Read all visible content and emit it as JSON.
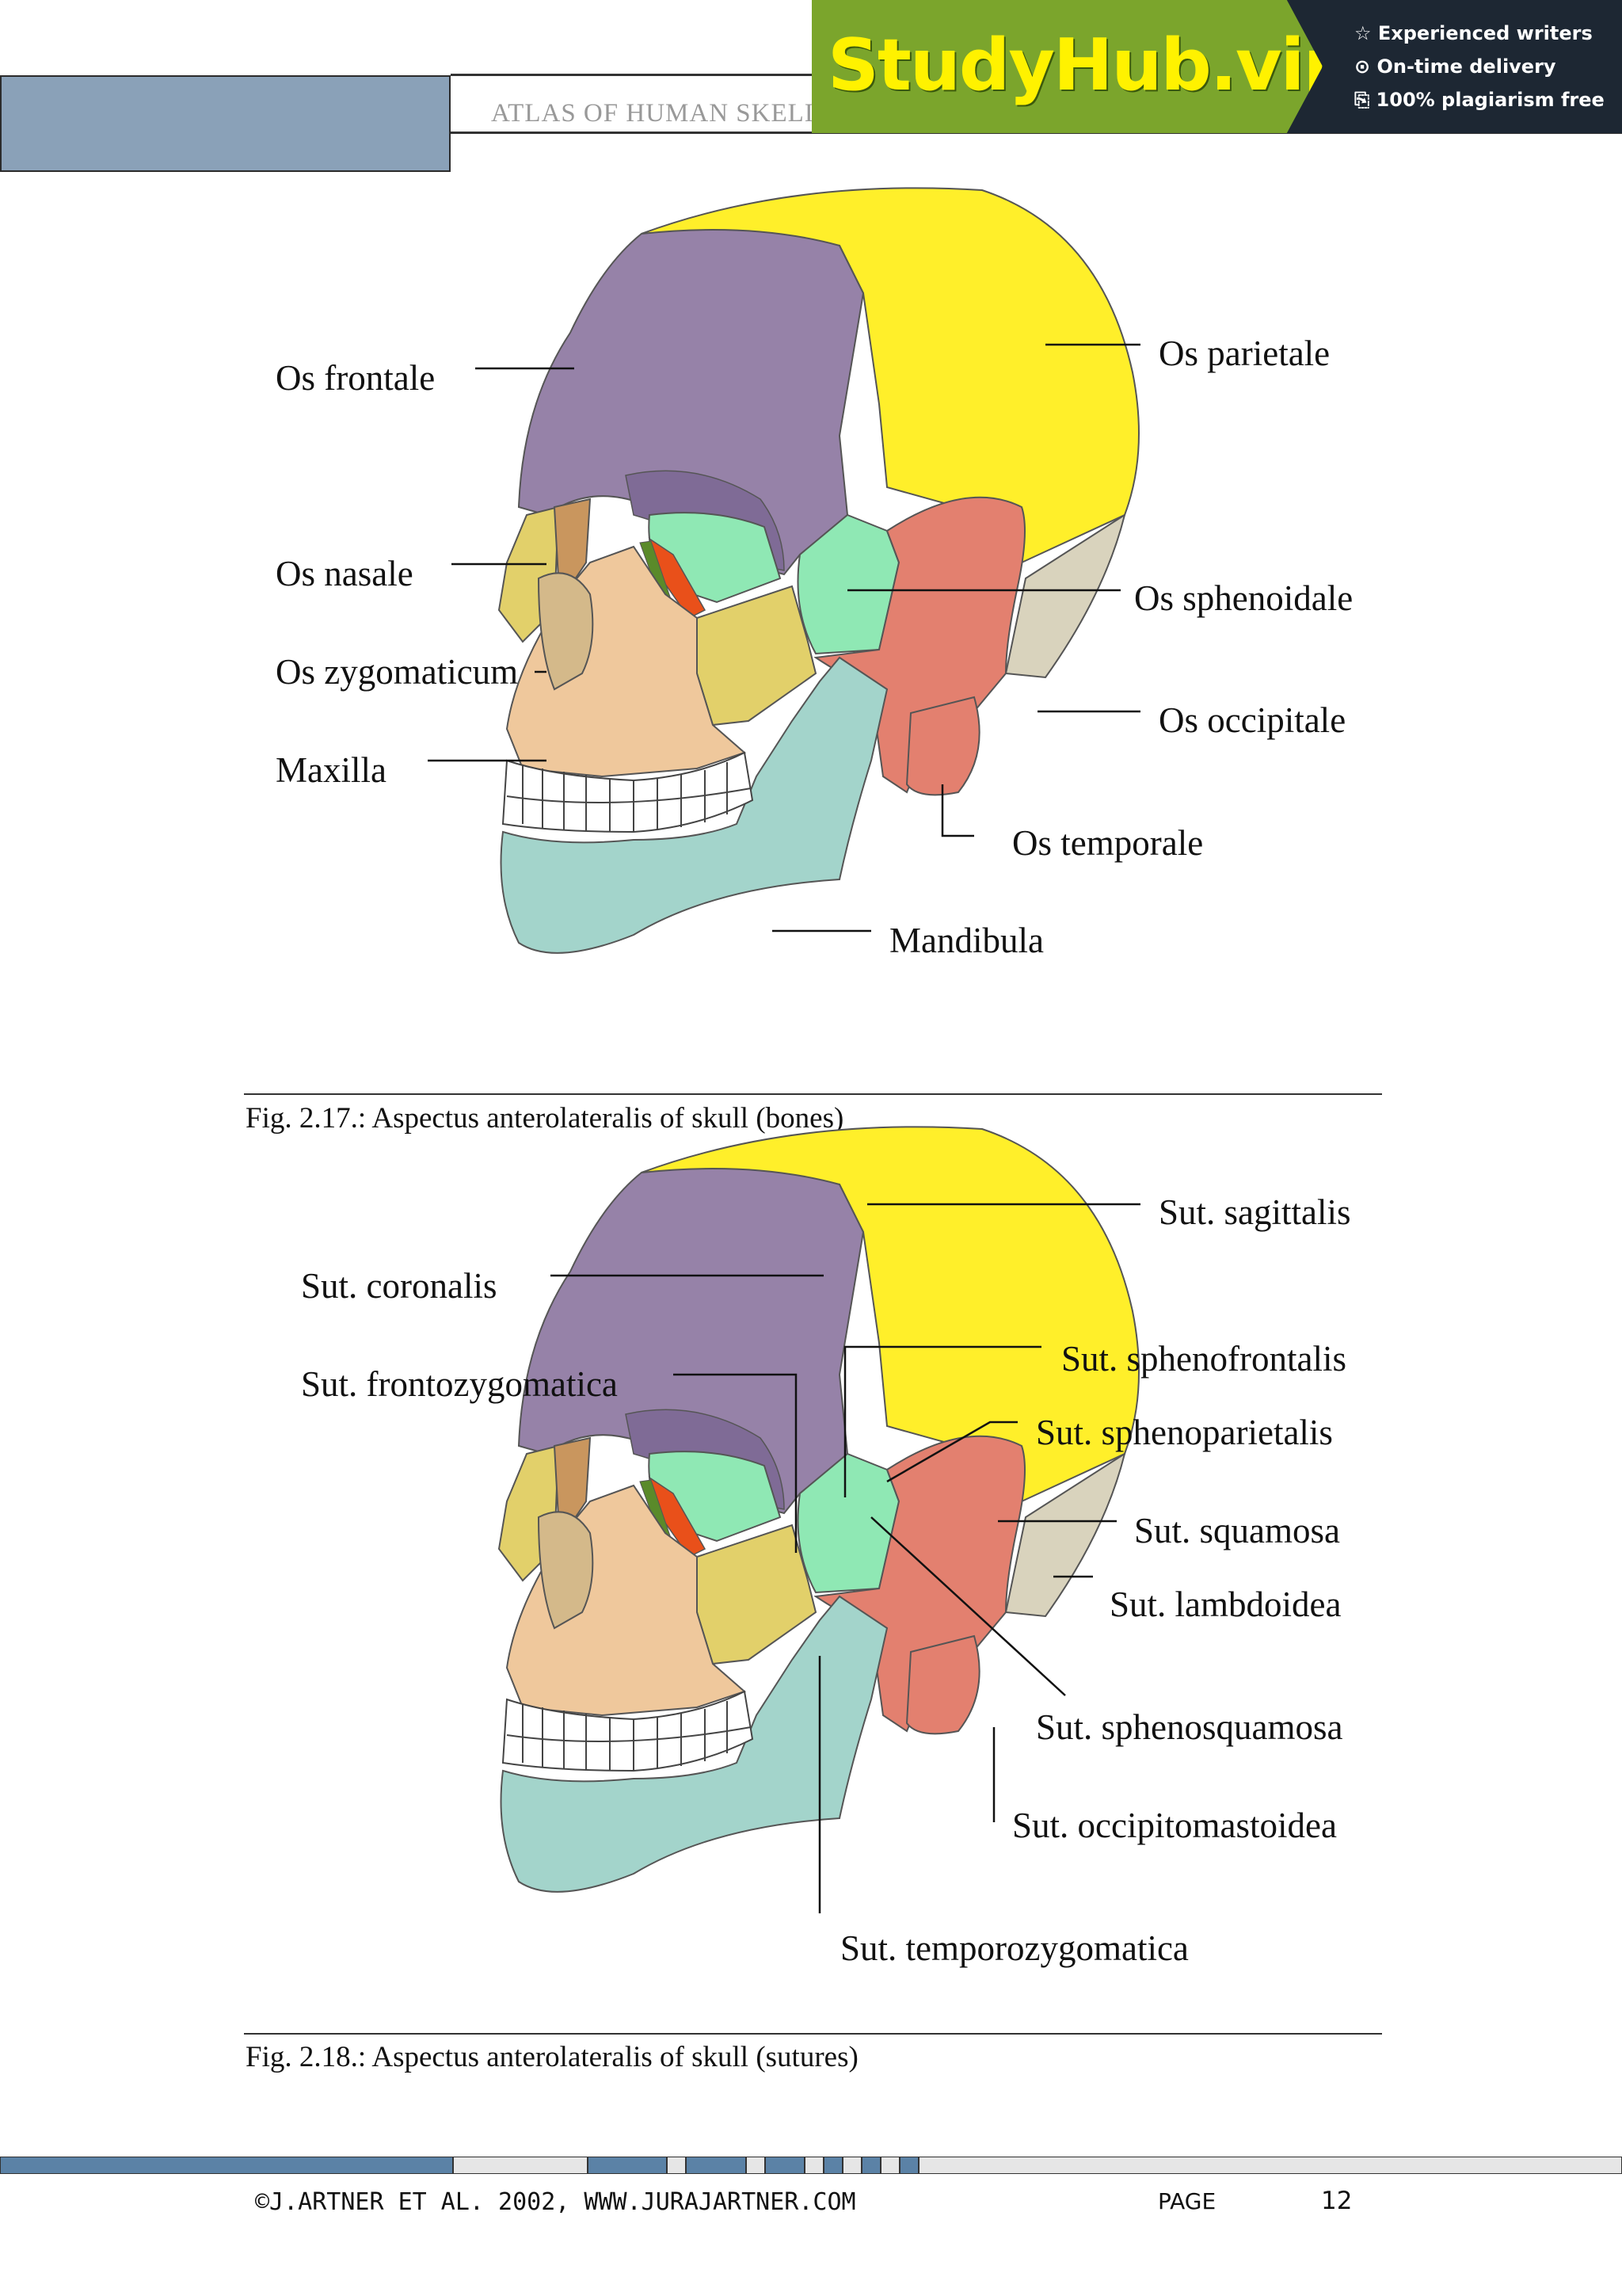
{
  "header": {
    "running_title": "ATLAS OF HUMAN SKELI"
  },
  "ad": {
    "brand": "StudyHub.vip",
    "features": [
      "☆ Experienced writers",
      "⊙ On-time delivery",
      "⎘ 100% plagiarism free"
    ],
    "colors": {
      "green": "#7ba52c",
      "yellow": "#fff200",
      "dark": "#1d2733"
    }
  },
  "figure1": {
    "labels": {
      "os_frontale": "Os frontale",
      "os_nasale": "Os nasale",
      "os_zygomaticum": "Os zygomaticum",
      "maxilla": "Maxilla",
      "os_parietale": "Os parietale",
      "os_sphenoidale": "Os sphenoidale",
      "os_occipitale": "Os occipitale",
      "os_temporale": "Os temporale",
      "mandibula": "Mandibula"
    },
    "caption": "Fig. 2.17.: Aspectus anterolateralis of skull (bones)"
  },
  "figure2": {
    "labels": {
      "sut_sagittalis": "Sut. sagittalis",
      "sut_coronalis": "Sut. coronalis",
      "sut_frontozygomatica": "Sut. frontozygomatica",
      "sut_sphenofrontalis": "Sut. sphenofrontalis",
      "sut_sphenoparietalis": "Sut. sphenoparietalis",
      "sut_squamosa": "Sut. squamosa",
      "sut_lambdoidea": "Sut. lambdoidea",
      "sut_sphenosquamosa": "Sut. sphenosquamosa",
      "sut_occipitomastoidea": "Sut. occipitomastoidea",
      "sut_temporozygomatica": "Sut. temporozygomatica"
    },
    "caption": "Fig. 2.18.: Aspectus anterolateralis of skull (sutures)"
  },
  "bone_colors": {
    "frontal": "#9682a8",
    "parietal": "#ffef2a",
    "sphenoid": "#8fe8b4",
    "temporal": "#e3806f",
    "occipital": "#d9d3bd",
    "zygomatic": "#e2d06a",
    "maxilla": "#efc89c",
    "mandible": "#a3d4cb",
    "nasal": "#c9965e",
    "lacrimal": "#e9501a"
  },
  "footer": {
    "copyright": "©J.ARTNER ET AL. 2002, WWW.JURAJARTNER.COM",
    "page_label": "PAGE",
    "page_number": "12"
  }
}
